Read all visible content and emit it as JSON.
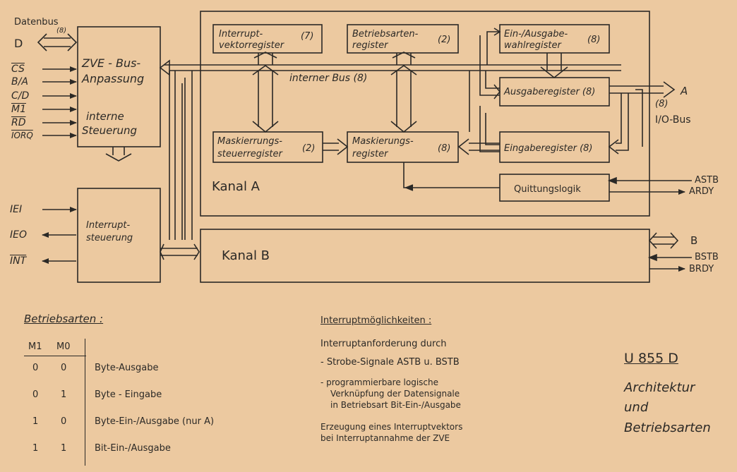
{
  "bus": {
    "databus_label": "Datenbus",
    "databus_width": "(8)",
    "d_label": "D",
    "internal_bus": "interner Bus (8)",
    "io_bus_width": "(8)",
    "io_bus_label": "I/O-Bus",
    "port_a": "A",
    "port_b": "B"
  },
  "inputs": [
    "CS",
    "B/A",
    "C/D",
    "M1",
    "RD",
    "IORQ"
  ],
  "interrupt_signals": {
    "iei": "IEI",
    "ieo": "IEO",
    "int": "INT"
  },
  "handshake": {
    "astb": "ASTB",
    "ardy": "ARDY",
    "bstb": "BSTB",
    "brdy": "BRDY"
  },
  "blocks": {
    "zve_line1": "ZVE - Bus-",
    "zve_line2": "Anpassung",
    "zve_line3": "interne",
    "zve_line4": "Steuerung",
    "interrupt_ctrl_line1": "Interrupt-",
    "interrupt_ctrl_line2": "steuerung",
    "ivr_line1": "Interrupt-",
    "ivr_line2": "vektorregister",
    "ivr_width": "(7)",
    "bar_line1": "Betriebsarten-",
    "bar_line2": "register",
    "bar_width": "(2)",
    "io_sel_line1": "Ein-/Ausgabe-",
    "io_sel_line2": "wahlregister",
    "io_sel_width": "(8)",
    "out_reg": "Ausgaberegister (8)",
    "mask_ctrl_line1": "Maskierrungs-",
    "mask_ctrl_line2": "steuerregister",
    "mask_ctrl_width": "(2)",
    "mask_reg_line1": "Maskierungs-",
    "mask_reg_line2": "register",
    "mask_reg_width": "(8)",
    "in_reg": "Eingaberegister (8)",
    "handshake_logic": "Quittungslogik",
    "kanal_a": "Kanal A",
    "kanal_b": "Kanal B"
  },
  "modes": {
    "heading": "Betriebsarten :",
    "col_m1": "M1",
    "col_m0": "M0",
    "rows": [
      {
        "m1": "0",
        "m0": "0",
        "label": "Byte-Ausgabe"
      },
      {
        "m1": "0",
        "m0": "1",
        "label": "Byte - Eingabe"
      },
      {
        "m1": "1",
        "m0": "0",
        "label": "Byte-Ein-/Ausgabe (nur A)"
      },
      {
        "m1": "1",
        "m0": "1",
        "label": "Bit-Ein-/Ausgabe"
      }
    ]
  },
  "interrupt_info": {
    "heading": "Interruptmöglichkeiten :",
    "line1": "Interruptanforderung durch",
    "line2": "- Strobe-Signale ASTB u. BSTB",
    "line3": "- programmierbare logische",
    "line4": "Verknüpfung der Datensignale",
    "line5": "in Betriebsart Bit-Ein-/Ausgabe",
    "line6": "Erzeugung eines Interruptvektors",
    "line7": "bei Interruptannahme der ZVE"
  },
  "title": {
    "chip": "U 855 D",
    "line1": "Architektur",
    "line2": "und",
    "line3": "Betriebsarten"
  }
}
